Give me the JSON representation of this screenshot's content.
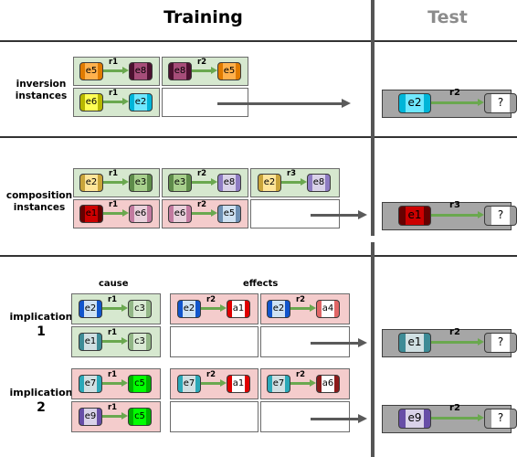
{
  "headers": {
    "training": "Training",
    "test": "Test"
  },
  "colors": {
    "e5": [
      "#ffb14d",
      "#e07b00"
    ],
    "e8": [
      "#a64d79",
      "#4c1130"
    ],
    "e6": [
      "#ffff55",
      "#b8b800"
    ],
    "e2": [
      "#6fe8ff",
      "#00b5d8"
    ],
    "e1": [
      "#cc0000",
      "#660000"
    ],
    "c3": [
      "#d9ead3",
      "#93b787"
    ],
    "e3": [
      "#a8d08d",
      "#5f8c4a"
    ],
    "e2y": [
      "#ffe599",
      "#c9a43a"
    ],
    "e8l": [
      "#d9d2e9",
      "#8e7cc3"
    ],
    "e6p": [
      "#ead1dc",
      "#c27ba0"
    ],
    "e5l": [
      "#cfe2f3",
      "#6d8fb3"
    ],
    "e2b": [
      "#cfe2f3",
      "#1155cc"
    ],
    "e1t": [
      "#d0e0e3",
      "#3d8b96"
    ],
    "a1": [
      "#ffffff",
      "#e00000"
    ],
    "a4": [
      "#ffffff",
      "#e06666"
    ],
    "e7": [
      "#d0e0e3",
      "#2aa8b8"
    ],
    "c5": [
      "#00ff00",
      "#00b000"
    ],
    "a6": [
      "#ffffff",
      "#8b1a1a"
    ],
    "e9": [
      "#d9d2e9",
      "#674ea7"
    ],
    "q": [
      "#ffffff",
      "#9e9e9e"
    ]
  },
  "sections": [
    {
      "label": "inversion\ninstances",
      "facts": [
        {
          "h": "e5",
          "hc": "e5",
          "r": "r1",
          "t": "e8",
          "tc": "e8"
        },
        {
          "h": "e8",
          "hc": "e8",
          "r": "r2",
          "t": "e5",
          "tc": "e5"
        },
        {
          "h": "e6",
          "hc": "e6",
          "r": "r1",
          "t": "e2",
          "tc": "e2"
        }
      ],
      "test": {
        "h": "e2",
        "hc": "e2",
        "r": "r2",
        "t": "?",
        "tc": "q"
      }
    },
    {
      "label": "composition\ninstances",
      "facts": [
        {
          "h": "e2",
          "hc": "e2y",
          "r": "r1",
          "t": "e3",
          "tc": "e3"
        },
        {
          "h": "e3",
          "hc": "e3",
          "r": "r2",
          "t": "e8",
          "tc": "e8l"
        },
        {
          "h": "e2",
          "hc": "e2y",
          "r": "r3",
          "t": "e8",
          "tc": "e8l"
        },
        {
          "h": "e1",
          "hc": "e1",
          "r": "r1",
          "t": "e6",
          "tc": "e6p"
        },
        {
          "h": "e6",
          "hc": "e6p",
          "r": "r2",
          "t": "e5",
          "tc": "e5l"
        }
      ],
      "test": {
        "h": "e1",
        "hc": "e1",
        "r": "r3",
        "t": "?",
        "tc": "q"
      }
    },
    {
      "cause_label": "cause",
      "effects_label": "effects",
      "implications": [
        {
          "label": "implication",
          "number": "1",
          "facts": [
            {
              "h": "e2",
              "hc": "e2b",
              "r": "r1",
              "t": "c3",
              "tc": "c3"
            },
            {
              "h": "e2",
              "hc": "e2b",
              "r": "r2",
              "t": "a1",
              "tc": "a1"
            },
            {
              "h": "e2",
              "hc": "e2b",
              "r": "r2",
              "t": "a4",
              "tc": "a4"
            },
            {
              "h": "e1",
              "hc": "e1t",
              "r": "r1",
              "t": "c3",
              "tc": "c3"
            }
          ],
          "test": {
            "h": "e1",
            "hc": "e1t",
            "r": "r2",
            "t": "?",
            "tc": "q"
          }
        },
        {
          "label": "implication",
          "number": "2",
          "facts": [
            {
              "h": "e7",
              "hc": "e7",
              "r": "r1",
              "t": "c5",
              "tc": "c5"
            },
            {
              "h": "e7",
              "hc": "e7",
              "r": "r2",
              "t": "a1",
              "tc": "a1"
            },
            {
              "h": "e7",
              "hc": "e7",
              "r": "r2",
              "t": "a6",
              "tc": "a6"
            },
            {
              "h": "e9",
              "hc": "e9",
              "r": "r1",
              "t": "c5",
              "tc": "c5"
            }
          ],
          "test": {
            "h": "e9",
            "hc": "e9",
            "r": "r2",
            "t": "?",
            "tc": "q"
          }
        }
      ]
    }
  ]
}
